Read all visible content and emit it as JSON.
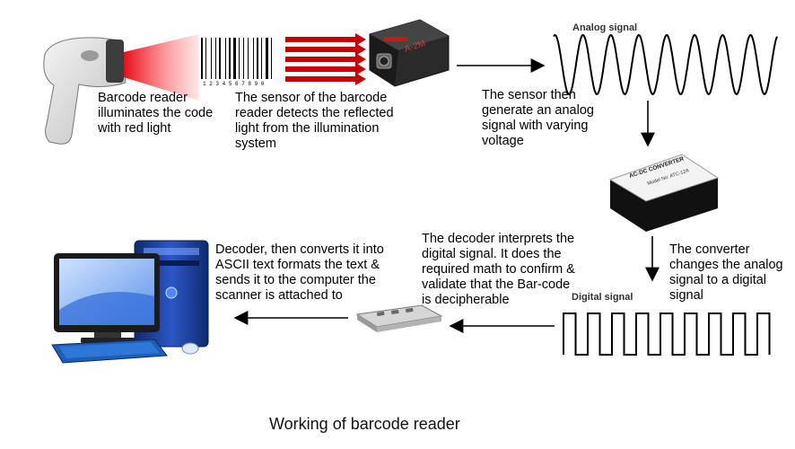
{
  "steps": {
    "reader": "Barcode reader\nilluminates the code\nwith red light",
    "sensor_detect": "The sensor of the barcode\nreader detects the reflected\nlight from the illumination\nsystem",
    "sensor_generate": "The sensor then\ngenerate an analog\nsignal with varying\nvoltage",
    "converter": "The converter\nchanges the analog\nsignal to a digital\nsignal",
    "decoder": "The decoder interprets the\ndigital signal. It does the\nrequired math to confirm &\nvalidate that the Bar-code\nis decipherable",
    "computer": "Decoder, then converts it into\nASCII text formats the text &\nsends it to the computer the\nscanner is attached to"
  },
  "signals": {
    "analog_label": "Analog signal",
    "digital_label": "Digital signal"
  },
  "device_text": {
    "barcode_digits": "1 2 3 4 5 6 7 8 9 0",
    "sensor_brand": "A-2M",
    "converter_title": "AC-DC CONVERTER",
    "converter_model": "Model No: ATC-12A"
  },
  "caption": "Working of barcode reader",
  "colors": {
    "laser_red": "#e8000c",
    "arrow_red": "#c80000",
    "monitor_blue": "#1d5fb4",
    "tower_blue": "#1a3a8a"
  },
  "icons": [
    "barcode-scanner-icon",
    "barcode-icon",
    "sensor-camera-icon",
    "converter-box-icon",
    "decoder-board-icon",
    "computer-icon"
  ]
}
